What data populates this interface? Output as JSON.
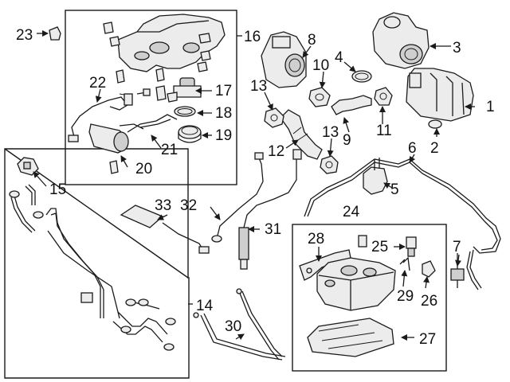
{
  "callouts": {
    "c1": "1",
    "c2": "2",
    "c3": "3",
    "c4": "4",
    "c5": "5",
    "c6": "6",
    "c7": "7",
    "c8": "8",
    "c9": "9",
    "c10": "10",
    "c11": "11",
    "c12": "12",
    "c13a": "13",
    "c13b": "13",
    "c14": "14",
    "c15": "15",
    "c16": "16",
    "c17": "17",
    "c18": "18",
    "c19": "19",
    "c20": "20",
    "c21": "21",
    "c22": "22",
    "c23": "23",
    "c24": "24",
    "c25": "25",
    "c26": "26",
    "c27": "27",
    "c28": "28",
    "c29": "29",
    "c30": "30",
    "c31": "31",
    "c32": "32",
    "c33": "33"
  }
}
